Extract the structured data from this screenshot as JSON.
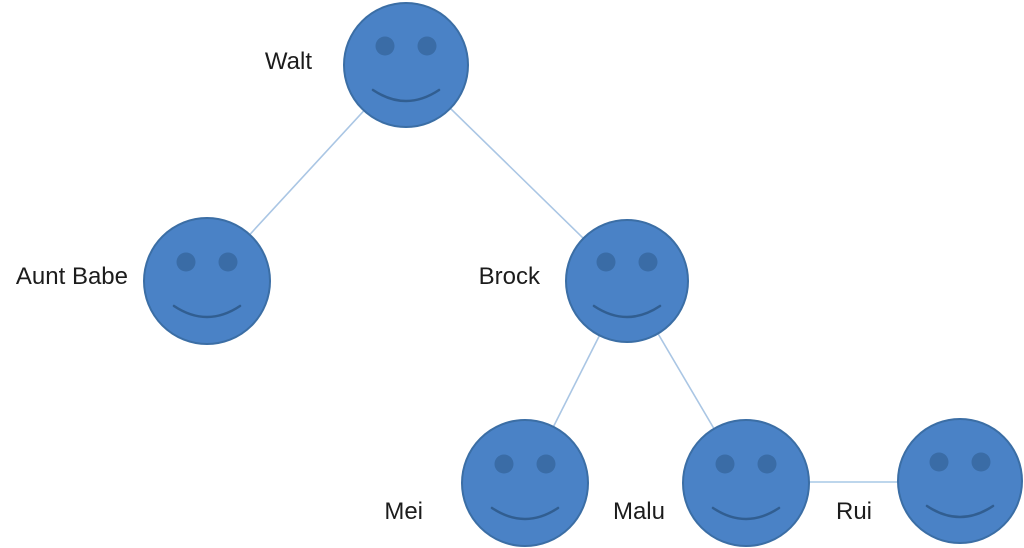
{
  "diagram": {
    "type": "family-tree",
    "nodes": [
      {
        "id": "walt",
        "label": "Walt"
      },
      {
        "id": "aunt-babe",
        "label": "Aunt Babe"
      },
      {
        "id": "brock",
        "label": "Brock"
      },
      {
        "id": "mei",
        "label": "Mei"
      },
      {
        "id": "malu",
        "label": "Malu"
      },
      {
        "id": "rui",
        "label": "Rui"
      }
    ],
    "edges": [
      {
        "from": "Walt",
        "to": "Aunt Babe"
      },
      {
        "from": "Walt",
        "to": "Brock"
      },
      {
        "from": "Brock",
        "to": "Mei"
      },
      {
        "from": "Brock",
        "to": "Malu"
      },
      {
        "from": "Malu",
        "to": "Rui"
      }
    ],
    "colors": {
      "face_fill": "#4a82c6",
      "face_stroke": "#3b6ea5",
      "eye": "#3a6ca6",
      "smile": "#315e91",
      "connector": "#aac6e4",
      "label_text": "#1c1c1c",
      "background": "#ffffff"
    }
  }
}
